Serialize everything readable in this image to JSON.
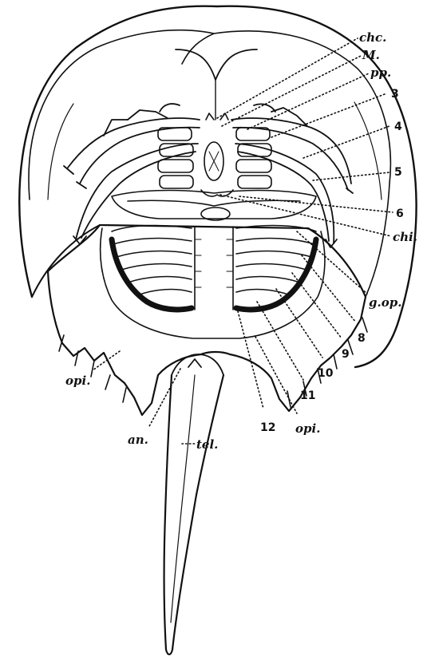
{
  "labels": {
    "chc": "chc.",
    "m": "M.",
    "pp": "pp.",
    "n3": "3",
    "n4": "4",
    "n5": "5",
    "n6": "6",
    "chi": "chi.",
    "gop": "g.op.",
    "n8": "8",
    "n9": "9",
    "n10": "10",
    "n11": "11",
    "n12": "12",
    "opi_left": "opi.",
    "opi_right": "opi.",
    "an": "an.",
    "tel": "tel."
  },
  "colors": {
    "ink": "#111111",
    "paper": "#ffffff"
  }
}
